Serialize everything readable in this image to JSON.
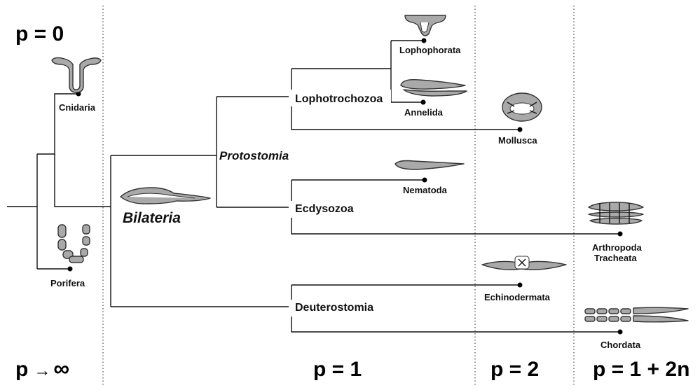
{
  "zone_labels": {
    "top_left": "p = 0",
    "bottom_left_prefix": "p",
    "bottom_left_arrow": "→",
    "bottom_left_infinity": "∞",
    "bottom_mid": "p = 1",
    "bottom_right_mid": "p = 2",
    "bottom_right": "p = 1 + 2n"
  },
  "clades": {
    "bilateria": "Bilateria",
    "protostomia": "Protostomia",
    "lophotrochozoa": "Lophotrochozoa",
    "ecdysozoa": "Ecdysozoa",
    "deuterostomia": "Deuterostomia"
  },
  "taxa": {
    "cnidaria": "Cnidaria",
    "porifera": "Porifera",
    "lophophorata": "Lophophorata",
    "annelida": "Annelida",
    "mollusca": "Mollusca",
    "nematoda": "Nematoda",
    "arthropoda_1": "Arthropoda",
    "arthropoda_2": "Tracheata",
    "echinodermata": "Echinodermata",
    "chordata": "Chordata"
  },
  "colors": {
    "body_fill": "#a9a9a9",
    "outline": "#333333",
    "line": "#111111"
  }
}
